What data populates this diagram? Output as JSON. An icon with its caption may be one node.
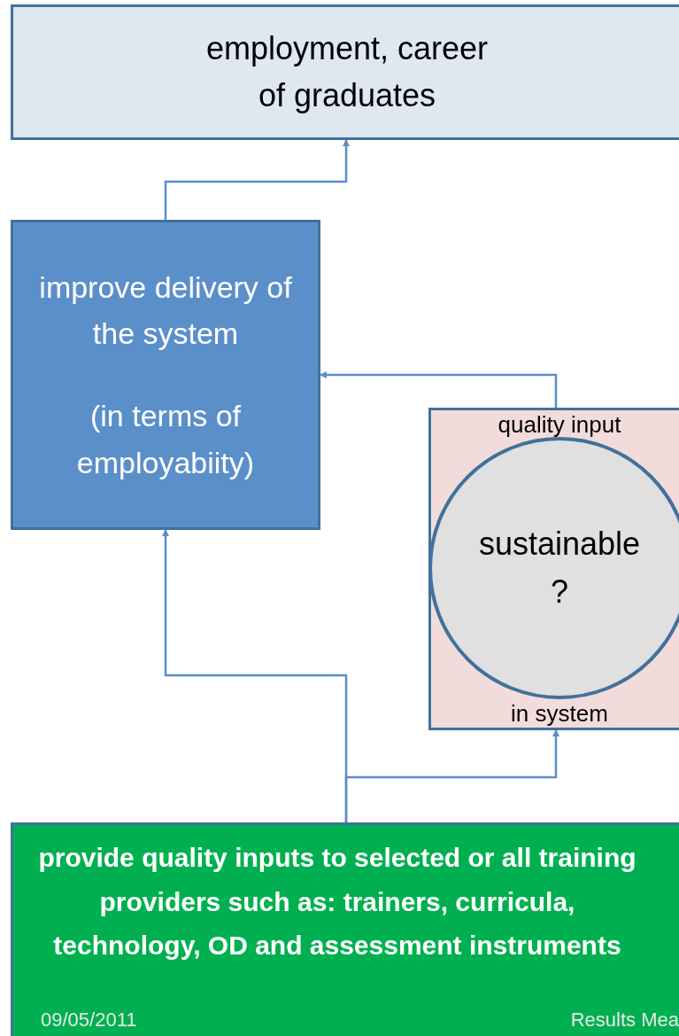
{
  "diagram": {
    "nodes": [
      {
        "text": [
          "employment, career of graduates"
        ]
      },
      {
        "text": [
          "improve delivery of the system",
          "(in terms of employabiity)"
        ]
      },
      {
        "text": [
          "quality input",
          "in system"
        ]
      },
      {
        "text": [
          "sustainable ?"
        ],
        "in": 2
      },
      {
        "text": [
          "provide quality inputs to selected or all training providers such as: trainers, curricula, technology, OD and assessment instruments"
        ]
      }
    ],
    "edges": [
      {
        "from": 1,
        "to": 0,
        "arrow": "to"
      },
      {
        "from": 2,
        "to": 1,
        "arrow": "to"
      },
      {
        "from": 4,
        "to": 1,
        "arrow": "to"
      },
      {
        "from": 4,
        "to": 2,
        "arrow": "to"
      }
    ],
    "labels": [
      "09/05/2011",
      "Results Mea"
    ]
  }
}
